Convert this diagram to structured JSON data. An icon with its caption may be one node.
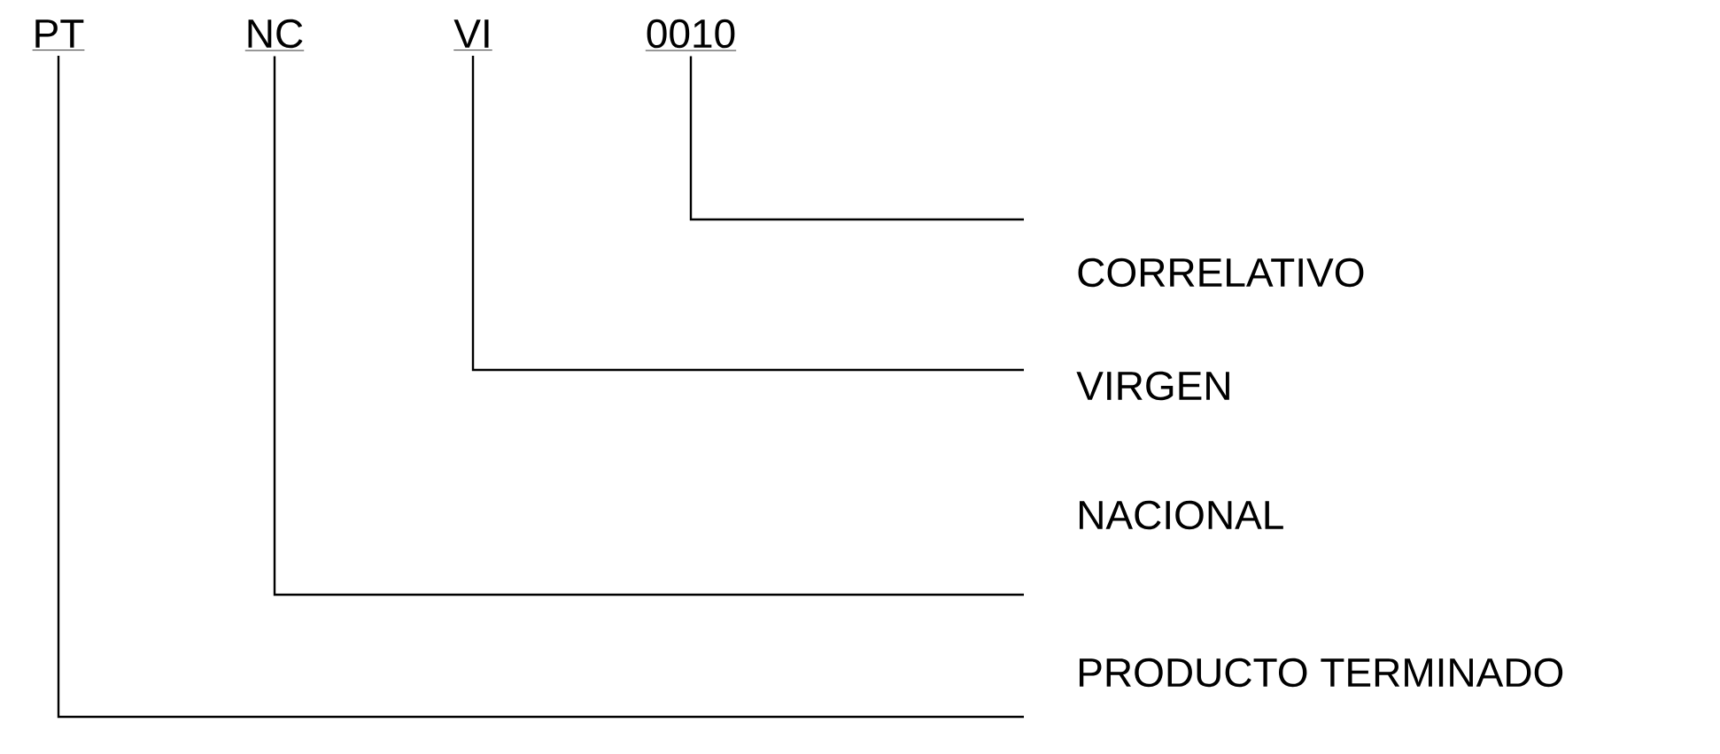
{
  "diagram": {
    "nodes": [
      {
        "text": [
          "PT"
        ]
      },
      {
        "text": [
          "NC"
        ]
      },
      {
        "text": [
          "VI"
        ]
      },
      {
        "text": [
          "0010"
        ]
      },
      {
        "text": [
          "CORRELATIVO"
        ]
      },
      {
        "text": [
          "VIRGEN"
        ]
      },
      {
        "text": [
          "NACIONAL"
        ]
      },
      {
        "text": [
          "PRODUCTO TERMINADO"
        ]
      }
    ],
    "edges": [
      {
        "from": 3,
        "to": 4,
        "arrow": "none"
      },
      {
        "from": 2,
        "to": 5,
        "arrow": "none"
      },
      {
        "from": 1,
        "to": 6,
        "arrow": "none"
      },
      {
        "from": 0,
        "to": 7,
        "arrow": "none"
      }
    ]
  }
}
